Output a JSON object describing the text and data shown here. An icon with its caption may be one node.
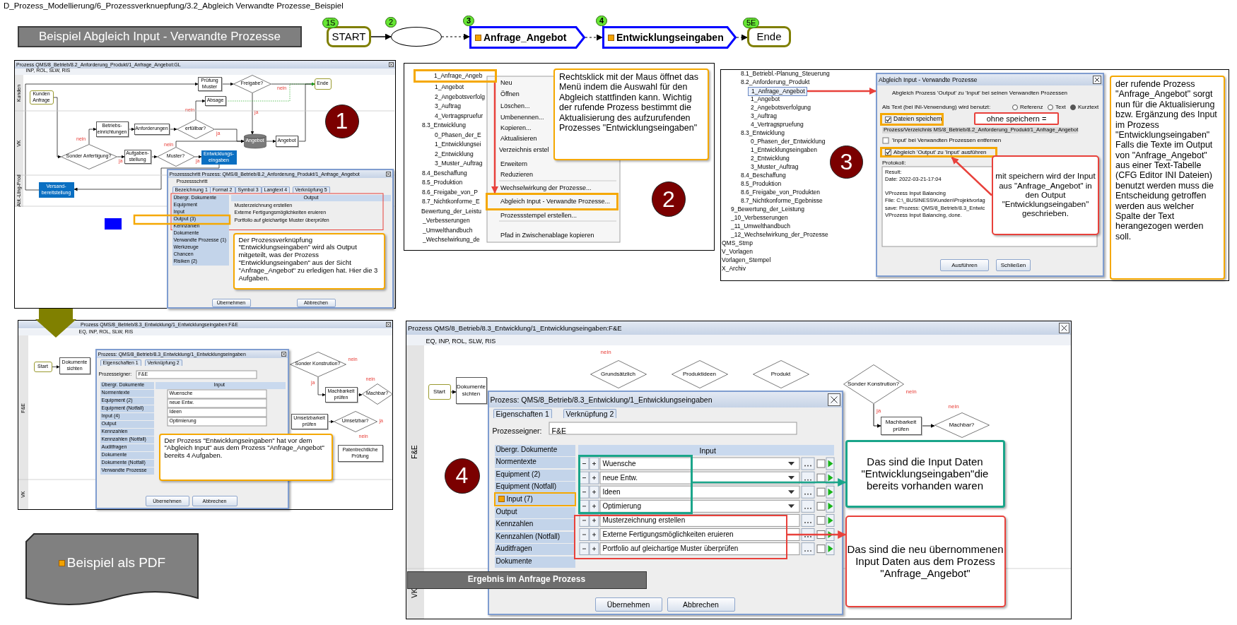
{
  "diagram": {
    "title": "Beispiel Abgleich Input - Verwandte Prozesse",
    "nodes": [
      {
        "text": [
          "START"
        ],
        "beside": [
          "1S"
        ]
      },
      {
        "text": [],
        "shape": "ellipse",
        "beside": [
          "2"
        ]
      },
      {
        "text": [
          "Anfrage_Angebot"
        ],
        "beside": [
          "3"
        ]
      },
      {
        "text": [
          "Entwicklungseingaben"
        ],
        "beside": [
          "4"
        ]
      },
      {
        "text": [
          "Ende"
        ],
        "beside": [
          "5E"
        ]
      },
      {
        "text": [
          "Prozess QMS/8_Betrieb/8.2_Anforderung_Produkt/1_Anfrage_Angebot:GL"
        ]
      },
      {
        "text": [
          "Kunden Anfrage"
        ],
        "in": 5
      },
      {
        "text": [
          "Prüfung Muster"
        ],
        "in": 5
      },
      {
        "text": [
          "Freigabe?"
        ],
        "in": 5
      },
      {
        "text": [
          "Ende"
        ],
        "in": 5
      },
      {
        "text": [
          "Absage"
        ],
        "in": 5
      },
      {
        "text": [
          "Betriebs-einrichtungen"
        ],
        "in": 5
      },
      {
        "text": [
          "Anforderungen"
        ],
        "in": 5
      },
      {
        "text": [
          "erfüllbar?"
        ],
        "in": 5
      },
      {
        "text": [
          "Angebot"
        ],
        "in": 5
      },
      {
        "text": [
          "Angebot"
        ],
        "in": 5
      },
      {
        "text": [
          "Sonder Anfertigung?"
        ],
        "in": 5
      },
      {
        "text": [
          "Aufgaben-stellung"
        ],
        "in": 5
      },
      {
        "text": [
          "Muster?"
        ],
        "in": 5
      },
      {
        "text": [
          "Entwicklungs-eingaben"
        ],
        "in": 5
      },
      {
        "text": [
          "Versand-bereitstellung"
        ],
        "in": 5
      },
      {
        "text": [
          "1"
        ],
        "in": 5
      },
      {
        "text": [
          "Prozessschritt Prozess: QMS/8_Betrieb/8.2_Anforderung_Produkt/1_Anfrage_Angebot"
        ],
        "in": 5
      },
      {
        "text": [
          "Der Prozessverknüpfung \"Entwicklungseingaben\" wird als Output mitgeteilt, was der Prozess \"Entwicklungseingaben\" aus der Sicht \"Anfrage_Angebot\" zu erledigen hat. Hier die 3 Aufgaben."
        ],
        "in": 22
      },
      {
        "text": [],
        "shape": "box"
      },
      {
        "text": [
          "1_Anfrage_Angeb"
        ],
        "in": 24
      },
      {
        "text": [
          "Abgleich Input - Verwandte Prozesse..."
        ],
        "in": 24
      },
      {
        "text": [
          "Rechtsklick mit der Maus öffnet das Menü indem die Auswahl für den Abgleich stattfinden kann. Wichtig der rufende Prozess bestimmt die Aktualisierung des aufzurufenden Prozesses \"Entwicklungseingaben\""
        ],
        "in": 24
      },
      {
        "text": [
          "2"
        ],
        "in": 24
      },
      {
        "text": [],
        "shape": "box"
      },
      {
        "text": [
          "1_Anfrage_Angebot"
        ],
        "in": 29
      },
      {
        "text": [
          "Abgleich Input - Verwandte Prozesse"
        ],
        "in": 29
      },
      {
        "text": [
          "Dateien speichern"
        ],
        "in": 31
      },
      {
        "text": [
          "ohne speichern ="
        ],
        "in": 31
      },
      {
        "text": [
          "Abgleich 'Output' zu 'Input' ausführen"
        ],
        "in": 31
      },
      {
        "text": [
          "mit speichern wird der Input aus \"Anfrage_Angebot\" in den Output \"Entwicklungseingaben\" geschrieben."
        ],
        "in": 31
      },
      {
        "text": [
          "3"
        ],
        "in": 29
      },
      {
        "text": [
          "der rufende Prozess \"Anfrage_Angebot\" sorgt nun für die Aktualisierung bzw. Ergänzung des Input im Prozess \"Entwicklungseingaben\" Falls die Texte im Output von \"Anfrage_Angebot\" aus einer Text-Tabelle (CFG Editor INI Dateien) benutzt werden muss die Entscheidung getroffen werden aus welcher Spalte der Text herangezogen werden soll."
        ],
        "in": 29
      },
      {
        "text": [
          "Prozess QMS/8_Betrieb/8.3_Entwicklung/1_Entwicklungseingaben:F&E"
        ]
      },
      {
        "text": [
          "Start"
        ],
        "in": 38
      },
      {
        "text": [
          "Dokumente sichten"
        ],
        "in": 38
      },
      {
        "text": [
          "Sonder Konstrution?"
        ],
        "in": 38
      },
      {
        "text": [
          "Machbarkeit prüfen"
        ],
        "in": 38
      },
      {
        "text": [
          "Machbar?"
        ],
        "in": 38
      },
      {
        "text": [
          "Umsetzbarkeit prüfen"
        ],
        "in": 38
      },
      {
        "text": [
          "Umsetzbar?"
        ],
        "in": 38
      },
      {
        "text": [
          "Patentrechtliche Prüfung"
        ],
        "in": 38
      },
      {
        "text": [
          "Prozess: QMS/8_Betrieb/8.3_Entwicklung/1_Entwicklungseingaben"
        ],
        "in": 38
      },
      {
        "text": [
          "Der Prozess \"Entwicklungseingaben\" hat vor dem \"Abgleich Input\" aus dem Prozess \"Anfrage_Angebot\" bereits 4 Aufgaben."
        ],
        "in": 38
      },
      {
        "text": [
          "Prozess QMS/8_Betrieb/8.3_Entwicklung/1_Entwicklungseingaben:F&E"
        ]
      },
      {
        "text": [
          "Start"
        ],
        "in": 49
      },
      {
        "text": [
          "Dokumente sichten"
        ],
        "in": 49
      },
      {
        "text": [
          "Sonder Konstrution?"
        ],
        "in": 49
      },
      {
        "text": [
          "Machbarkeit prüfen"
        ],
        "in": 49
      },
      {
        "text": [
          "Machbar?"
        ],
        "in": 49
      },
      {
        "text": [
          "Grundsätzlich"
        ],
        "in": 49
      },
      {
        "text": [
          "Produktideen"
        ],
        "in": 49
      },
      {
        "text": [
          "Produkt"
        ],
        "in": 49
      },
      {
        "text": [
          "Prozess: QMS/8_Betrieb/8.3_Entwicklung/1_Entwicklungseingaben"
        ],
        "in": 49
      },
      {
        "text": [],
        "shape": "box",
        "in": 58
      },
      {
        "text": [],
        "shape": "box",
        "in": 58
      },
      {
        "text": [
          "Input (7)"
        ],
        "in": 58
      },
      {
        "text": [
          "Das sind die Input Daten \"Entwicklungseingaben\"die bereits vorhanden waren"
        ],
        "in": 49
      },
      {
        "text": [
          "Das sind die neu übernommenen Input Daten aus dem Prozess \"Anfrage_Angebot\""
        ],
        "in": 49
      },
      {
        "text": [
          "4"
        ],
        "in": 49
      },
      {
        "text": [
          "Ergebnis im Anfrage Prozess"
        ],
        "in": 49
      },
      {
        "text": [
          "Beispiel als PDF"
        ]
      }
    ],
    "edges": [
      {
        "from": 0,
        "to": 1,
        "arrow": "to"
      },
      {
        "from": 1,
        "to": 2,
        "arrow": "to",
        "style": "dashed"
      },
      {
        "from": 2,
        "to": 3,
        "arrow": "to",
        "style": "dashed"
      },
      {
        "from": 3,
        "to": 4,
        "arrow": "to",
        "style": "dashed"
      },
      {
        "from": 6,
        "to": 16,
        "arrow": "to"
      },
      {
        "from": 16,
        "to": 11,
        "arrow": "to",
        "label": "nein"
      },
      {
        "from": 16,
        "to": 17,
        "arrow": "to",
        "label": "ja"
      },
      {
        "from": 11,
        "to": 12,
        "arrow": "to"
      },
      {
        "from": 12,
        "to": 13,
        "arrow": "to"
      },
      {
        "from": 13,
        "to": 10,
        "arrow": "to",
        "label": "nein"
      },
      {
        "from": 13,
        "to": 14,
        "arrow": "to",
        "label": "ja"
      },
      {
        "from": 17,
        "to": 18,
        "arrow": "to"
      },
      {
        "from": 18,
        "to": 14,
        "arrow": "to",
        "label": "nein"
      },
      {
        "from": 18,
        "to": 19,
        "arrow": "to",
        "label": "ja"
      },
      {
        "from": 19,
        "to": 20,
        "arrow": "to"
      },
      {
        "from": 20,
        "to": 7,
        "arrow": "to"
      },
      {
        "from": 7,
        "to": 8,
        "arrow": "to"
      },
      {
        "from": 8,
        "to": 9,
        "arrow": "to",
        "label": "nein"
      },
      {
        "from": 8,
        "to": 14,
        "arrow": "to",
        "label": "ja"
      },
      {
        "from": 14,
        "to": 15,
        "arrow": "to"
      },
      {
        "from": 15,
        "to": 9,
        "arrow": "to"
      },
      {
        "from": 10,
        "to": 9,
        "arrow": "to",
        "style": "dashed",
        "color": "#22aa22"
      },
      {
        "from": 25,
        "to": 26,
        "arrow": "to",
        "color": "#e8413b"
      },
      {
        "from": 30,
        "to": 31,
        "arrow": "to",
        "color": "#e8413b"
      },
      {
        "from": 35,
        "to": 34,
        "arrow": "to",
        "color": "#e8413b"
      },
      {
        "from": 5,
        "to": 38,
        "arrow": "to",
        "style": "thick",
        "color": "#808000"
      },
      {
        "from": 39,
        "to": 40,
        "arrow": "to"
      },
      {
        "from": 41,
        "to": 42,
        "arrow": "to",
        "label": "ja"
      },
      {
        "from": 42,
        "to": 43,
        "arrow": "to"
      },
      {
        "from": 44,
        "to": 45,
        "arrow": "to"
      },
      {
        "from": 50,
        "to": 51,
        "arrow": "to"
      },
      {
        "from": 52,
        "to": 53,
        "arrow": "to",
        "label": "ja"
      },
      {
        "from": 53,
        "to": 54,
        "arrow": "to"
      },
      {
        "from": 59,
        "to": 62,
        "arrow": "to",
        "color": "#1aa58a"
      },
      {
        "from": 60,
        "to": 63,
        "arrow": "to",
        "color": "#e8413b"
      }
    ],
    "labels": [
      "D_Prozess_Modellierung/6_Prozessverknuepfung/3.2_Abgleich Verwandte Prozesse_Beispiel",
      "INP, ROL, SLW, RIS",
      "Kunden",
      "VK",
      "Abt.-Ltng-Prod",
      "Prozessschritt",
      "Bezeichnung 1",
      "Format 2",
      "Symbol 3",
      "Langtext 4",
      "Verknüpfung 5",
      "Übergr. Dokumente",
      "Equipment",
      "Input",
      "Output (3)",
      "Kennzahlen",
      "Dokumente",
      "Verwandte Prozesse (1)",
      "Werkzeuge",
      "Chancen",
      "Risiken (2)",
      "Output",
      "Musterzeichnung erstellen",
      "Externe Fertigungsmöglichkeiten eruieren",
      "Portfolio auf gleichartige Muster überprüfen",
      "Übernehmen",
      "Abbrechen",
      "1_Angebot",
      "2_Angebotsverfolg",
      "3_Auftrag",
      "4_Vertragspruefur",
      "8.3_Entwicklung",
      "0_Phasen_der_E",
      "1_Entwicklungsei",
      "2_Entwicklung",
      "3_Muster_Auftrag",
      "8.4_Beschaffung",
      "8.5_Produktion",
      "8.6_Freigabe_von_P",
      "8.7_Nichtkonforme_E",
      "Bewertung_der_Leistu",
      "_Verbesserungen",
      "_Umwelthandbuch",
      "_Wechselwirkung_de",
      "Neu",
      "Öffnen",
      "Löschen...",
      "Umbenennen...",
      "Kopieren...",
      "Aktualisieren",
      "Verzeichnis erstel",
      "Erweitern",
      "Reduzieren",
      "Wechselwirkung der Prozesse...",
      "Prozessstempel erstellen...",
      "Pfad in Zwischenablage kopieren",
      "8.1_Betriebl.-Planung_Steuerung",
      "8.2_Anforderung_Produkt",
      "1_Angebot",
      "2_Angebotsverfolgung",
      "3_Auftrag",
      "4_Vertragspruefung",
      "8.3_Entwicklung",
      "0_Phasen_der_Entwicklung",
      "1_Entwicklungseingaben",
      "2_Entwicklung",
      "3_Muster_Auftrag",
      "8.4_Beschaffung",
      "8.5_Produktion",
      "8.6_Freigabe_von_Produkten",
      "8.7_Nichtkonforme_Egebnisse",
      "9_Bewertung_der_Leistung",
      "_10_Verbesserungen",
      "_11_Umwelthandbuch",
      "_12_Wechselwirkung_der_Prozesse",
      "QMS_Stmp",
      "V_Vorlagen",
      "Vorlagen_Stempel",
      "X_Archiv",
      "Abgleich Prozess 'Output' zu 'Input' bei seinen Verwandten Prozessen",
      "Als Text (bei INI-Verwendung) wird benutzt:",
      "Referenz",
      "Text",
      "Kurztext",
      "Prozess/Verzeichnis MS/8_Betrieb/8.2_Anforderung_Produkt/1_Anfrage_Angebot",
      "'Input' bei Verwandten Prozessen entfernen",
      "Protokoll:",
      "Result:",
      "Date: 2022-03-21-17:04",
      "VProzess Input Balancing",
      "File: C:\\_BUSINESS\\Kunden\\Projektvorlag",
      "save: Prozess: QMS/8_Betrieb/8.3_Entwic",
      "VProzess Input Balancing, done.",
      "Ausführen",
      "Schließen",
      "EQ, INP, ROL, SLW, RIS",
      "F&E",
      "VK",
      "Eigenschaften 1",
      "Verknüpfung 2",
      "Prozesseigner:",
      "F&E",
      "Übergr. Dokumente",
      "Normentexte",
      "Equipment (2)",
      "Equipment (Notfall)",
      "Input (4)",
      "Output",
      "Kennzahlen",
      "Kennzahlen (Notfall)",
      "Auditfragen",
      "Dokumente",
      "Dokumente (Notfall)",
      "Verwandte Prozesse",
      "Input",
      "Wuensche",
      "neue Entw.",
      "Ideen",
      "Optimierung",
      "Übernehmen",
      "Abbrechen",
      "nein",
      "nein",
      "ja",
      "nein",
      "EQ, INP, ROL, SLW, RIS",
      "F&E",
      "VK",
      "nein",
      "nein",
      "nein",
      "Eigenschaften 1",
      "Verknüpfung 2",
      "Prozesseigner:",
      "F&E",
      "Übergr. Dokumente",
      "Normentexte",
      "Equipment (2)",
      "Equipment (Notfall)",
      "Output",
      "Kennzahlen",
      "Kennzahlen (Notfall)",
      "Auditfragen",
      "Dokumente",
      "Input",
      "Wuensche",
      "neue Entw.",
      "Ideen",
      "Optimierung",
      "Musterzeichnung erstellen",
      "Externe Fertigungsmöglichkeiten eruieren",
      "Portfolio auf gleichartige Muster überprüfen",
      "Übernehmen",
      "Abbrechen"
    ]
  }
}
